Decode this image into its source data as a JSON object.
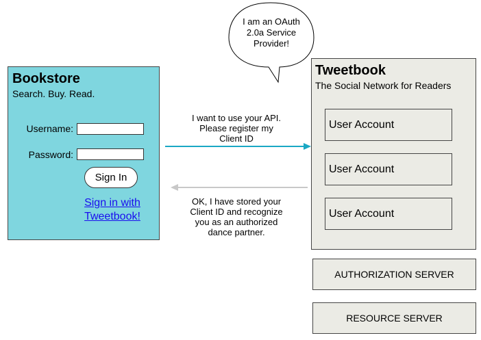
{
  "bookstore": {
    "title": "Bookstore",
    "subtitle": "Search. Buy. Read.",
    "username_label": "Username:",
    "password_label": "Password:",
    "username_value": "",
    "password_value": "",
    "signin_button": "Sign In",
    "oauth_link_line1": "Sign in with",
    "oauth_link_line2": "Tweetbook!"
  },
  "tweetbook": {
    "title": "Tweetbook",
    "subtitle": "The Social Network for Readers",
    "accounts": [
      "User Account",
      "User Account",
      "User Account"
    ]
  },
  "servers": {
    "authorization": "AUTHORIZATION SERVER",
    "resource": "RESOURCE SERVER"
  },
  "speech_bubble": {
    "line1": "I am an OAuth",
    "line2": "2.0a Service",
    "line3": "Provider!"
  },
  "messages": {
    "request_line1": "I want to use your API.",
    "request_line2": "Please register my",
    "request_line3": "Client ID",
    "response_line1": "OK, I have stored your",
    "response_line2": "Client ID and recognize",
    "response_line3": "you as an authorized",
    "response_line4": "dance partner."
  },
  "colors": {
    "bookstore_bg": "#7fd6df",
    "tweetbook_bg": "#ebebe5",
    "request_arrow": "#1aa8c4",
    "response_arrow": "#c8c8c8",
    "link": "#1a0dee"
  }
}
